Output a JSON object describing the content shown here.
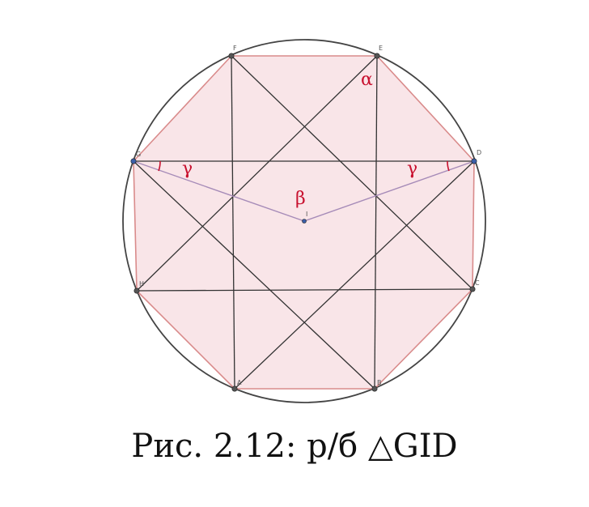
{
  "figure": {
    "points": [
      {
        "id": "A",
        "label": "A"
      },
      {
        "id": "B",
        "label": "B"
      },
      {
        "id": "C",
        "label": "C"
      },
      {
        "id": "D",
        "label": "D"
      },
      {
        "id": "E",
        "label": "E"
      },
      {
        "id": "F",
        "label": "F"
      },
      {
        "id": "G",
        "label": "G"
      },
      {
        "id": "H",
        "label": "H"
      },
      {
        "id": "I",
        "label": "I"
      }
    ],
    "octagon": [
      "A",
      "B",
      "C",
      "D",
      "E",
      "F",
      "G",
      "H"
    ],
    "segments": [
      [
        "G",
        "D"
      ],
      [
        "H",
        "C"
      ],
      [
        "F",
        "A"
      ],
      [
        "E",
        "B"
      ],
      [
        "G",
        "B"
      ],
      [
        "F",
        "C"
      ],
      [
        "H",
        "E"
      ],
      [
        "A",
        "D"
      ]
    ],
    "radii": [
      [
        "G",
        "I"
      ],
      [
        "I",
        "D"
      ]
    ],
    "angle_labels": {
      "alpha": "α",
      "beta": "β",
      "gamma": "γ"
    },
    "colors": {
      "fill": "#f9e5e8",
      "edge": "#d98b8b",
      "line": "#333333",
      "circle": "#444444",
      "radius": "#a68bb8",
      "angle": "#c8102e",
      "blue_point": "#3b5fa8",
      "dark_point": "#555555"
    }
  },
  "caption": {
    "prefix": "Рис. 2.12: р/б ",
    "triangle_symbol": "△",
    "name": "GID"
  }
}
